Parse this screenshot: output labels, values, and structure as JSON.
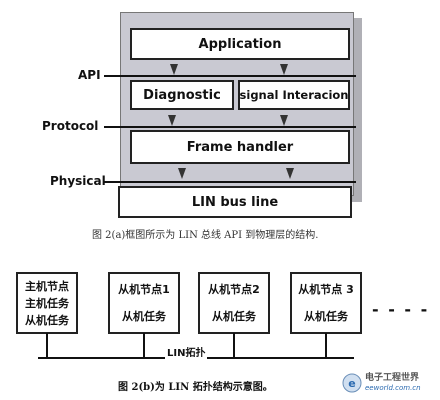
{
  "fig_a": {
    "labels": {
      "api": "API",
      "protocol": "Protocol",
      "physical": "Physical"
    },
    "boxes": {
      "application": "Application",
      "diagnostic": "Diagnostic",
      "signal": "signal Interacion",
      "frame_handler": "Frame handler",
      "lin_bus_line": "LIN bus line"
    },
    "caption": "图 2(a)框图所示为 LIN 总线 API 到物理层的结构."
  },
  "fig_b": {
    "nodes": [
      {
        "lines": [
          "主机节点",
          "主机任务",
          "从机任务"
        ]
      },
      {
        "lines": [
          "从机节点1",
          "从机任务"
        ]
      },
      {
        "lines": [
          "从机节点2",
          "从机任务"
        ]
      },
      {
        "lines": [
          "从机节点 3",
          "从机任务"
        ]
      }
    ],
    "bus_label": "LIN拓扑",
    "ellipsis": "- - - -",
    "caption": "图 2(b)为 LIN 拓扑结构示意图。"
  },
  "watermark": {
    "name": "电子工程世界",
    "url": "eeworld.com.cn"
  }
}
